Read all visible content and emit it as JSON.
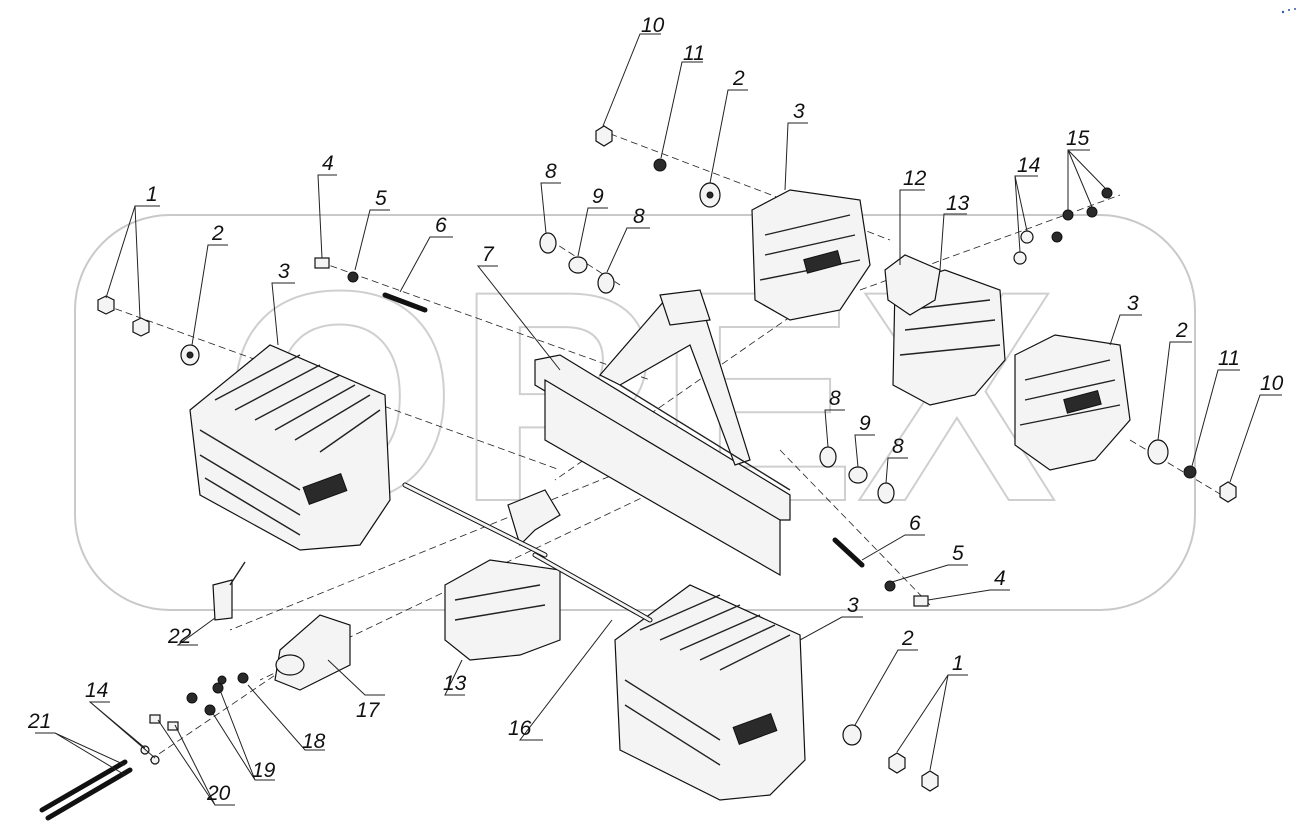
{
  "diagram": {
    "watermark": "OPEX",
    "callouts": [
      "1",
      "2",
      "3",
      "4",
      "5",
      "6",
      "7",
      "8",
      "9",
      "10",
      "11",
      "12",
      "13",
      "14",
      "15",
      "16",
      "17",
      "18",
      "19",
      "20",
      "21",
      "22"
    ]
  }
}
